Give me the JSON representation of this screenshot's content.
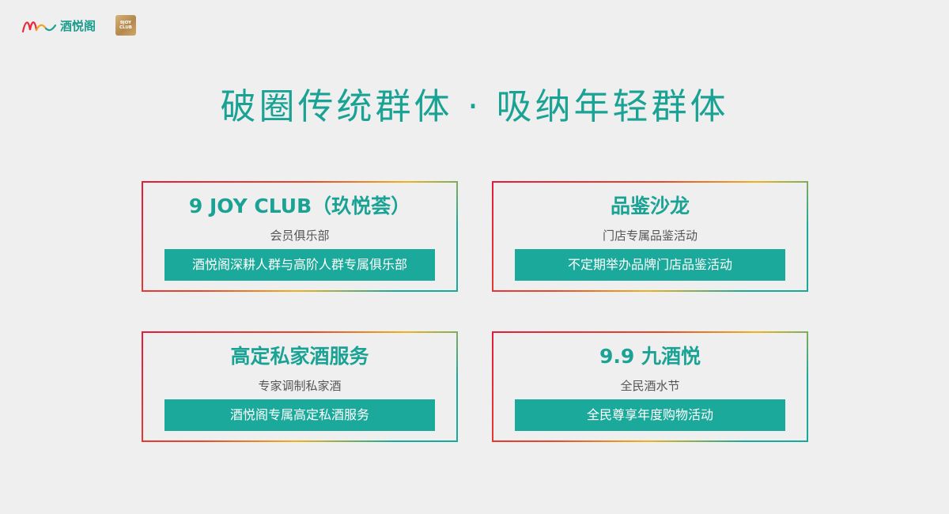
{
  "header": {
    "brand_text": "酒悦阁",
    "club_badge": [
      "9JOY",
      "CLUB"
    ]
  },
  "title": "破圈传统群体 · 吸纳年轻群体",
  "cards": [
    {
      "title": "9 JOY CLUB（玖悦荟）",
      "subtitle": "会员俱乐部",
      "bar": "酒悦阁深耕人群与高阶人群专属俱乐部"
    },
    {
      "title": "品鉴沙龙",
      "subtitle": "门店专属品鉴活动",
      "bar": "不定期举办品牌门店品鉴活动"
    },
    {
      "title": "高定私家酒服务",
      "subtitle": "专家调制私家酒",
      "bar": "酒悦阁专属高定私酒服务"
    },
    {
      "title": "9.9 九酒悦",
      "subtitle": "全民酒水节",
      "bar": "全民尊享年度购物活动"
    }
  ],
  "colors": {
    "accent": "#1aa394",
    "bar": "#1aa99a",
    "border_red": "#e51a3c",
    "border_yellow": "#f0b21c",
    "background": "#efefef"
  }
}
